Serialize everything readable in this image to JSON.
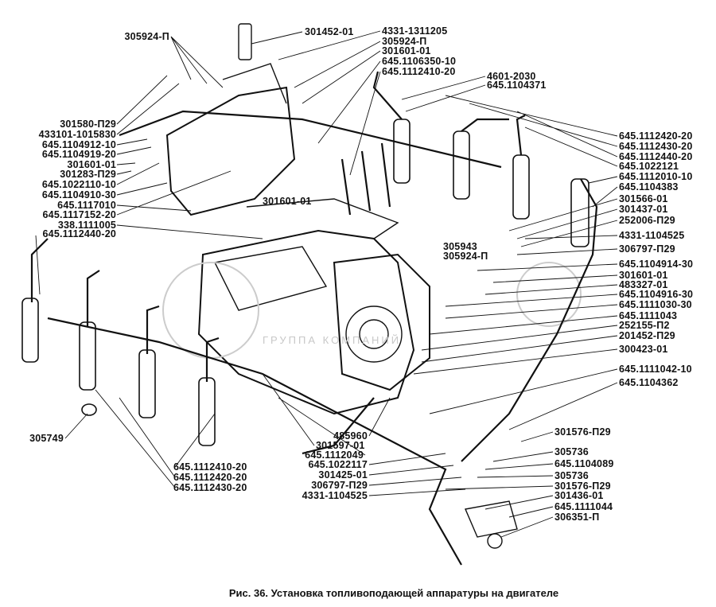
{
  "caption": "Рис. 36. Установка топливоподающей аппаратуры на двигателе",
  "watermark": "ГРУППА КОМПАНИЙ",
  "labels": {
    "left": [
      "305924-П",
      "301580-П29",
      "433101-1015830",
      "645.1104912-10",
      "645.1104919-20",
      "301601-01",
      "301283-П29",
      "645.1022110-10",
      "645.1104910-30",
      "645.1117010",
      "645.1117152-20",
      "338.1111005",
      "645.1112440-20"
    ],
    "top": [
      "301452-01",
      "4331-1311205",
      "305924-П",
      "301601-01",
      "645.1106350-10",
      "645.1112410-20",
      "4601-2030",
      "645.1104371"
    ],
    "middle": [
      "301601-01",
      "305943",
      "305924-П"
    ],
    "right": [
      "645.1112420-20",
      "645.1112430-20",
      "645.1112440-20",
      "645.1022121",
      "645.1112010-10",
      "645.1104383",
      "301566-01",
      "301437-01",
      "252006-П29",
      "4331-1104525",
      "306797-П29",
      "645.1104914-30",
      "301601-01",
      "483327-01",
      "645.1104916-30",
      "645.1111030-30",
      "645.1111043",
      "252155-П2",
      "201452-П29",
      "300423-01",
      "645.1111042-10",
      "645.1104362"
    ],
    "bottom_left": [
      "305749",
      "645.1112410-20",
      "645.1112420-20",
      "645.1112430-20"
    ],
    "bottom_center": [
      "485960",
      "301597-01",
      "645.1112049",
      "645.1022117",
      "301425-01",
      "306797-П29",
      "4331-1104525"
    ],
    "bottom_right": [
      "301576-П29",
      "305736",
      "645.1104089",
      "305736",
      "301576-П29",
      "301436-01",
      "645.1111044",
      "306351-П"
    ]
  }
}
